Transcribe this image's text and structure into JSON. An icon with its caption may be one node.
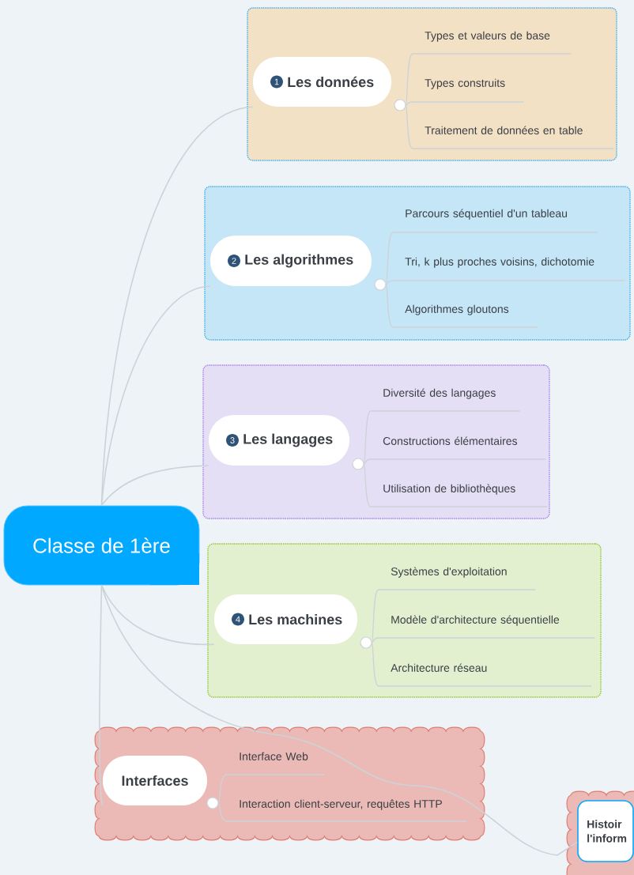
{
  "diagram": {
    "nodes": [
      {
        "text": [
          "Classe de 1ère"
        ]
      },
      {
        "text": [],
        "shape": "box"
      },
      {
        "text": [
          "1",
          "Les données"
        ],
        "in": 1
      },
      {
        "text": [
          "Types et valeurs de base"
        ],
        "in": 1
      },
      {
        "text": [
          "Types construits"
        ],
        "in": 1
      },
      {
        "text": [
          "Traitement de données en table"
        ],
        "in": 1
      },
      {
        "text": [],
        "shape": "box"
      },
      {
        "text": [
          "2",
          "Les algorithmes"
        ],
        "in": 6
      },
      {
        "text": [
          "Parcours séquentiel d'un tableau"
        ],
        "in": 6
      },
      {
        "text": [
          "Tri, k plus proches voisins, dichotomie"
        ],
        "in": 6
      },
      {
        "text": [
          "Algorithmes gloutons"
        ],
        "in": 6
      },
      {
        "text": [],
        "shape": "box"
      },
      {
        "text": [
          "3",
          "Les langages"
        ],
        "in": 11
      },
      {
        "text": [
          "Diversité des langages"
        ],
        "in": 11
      },
      {
        "text": [
          "Constructions élémentaires"
        ],
        "in": 11
      },
      {
        "text": [
          "Utilisation de bibliothèques"
        ],
        "in": 11
      },
      {
        "text": [],
        "shape": "box"
      },
      {
        "text": [
          "4",
          "Les machines"
        ],
        "in": 16
      },
      {
        "text": [
          "Systèmes d'exploitation"
        ],
        "in": 16
      },
      {
        "text": [
          "Modèle d'architecture séquentielle"
        ],
        "in": 16
      },
      {
        "text": [
          "Architecture réseau"
        ],
        "in": 16
      },
      {
        "text": [],
        "shape": "cloud"
      },
      {
        "text": [
          "Interfaces"
        ],
        "in": 21
      },
      {
        "text": [
          "Interface Web"
        ],
        "in": 21
      },
      {
        "text": [
          "Interaction client-serveur, requêtes HTTP"
        ],
        "in": 21
      },
      {
        "text": [],
        "shape": "cloud"
      },
      {
        "text": [
          "Histoir l'inform"
        ],
        "in": 25
      }
    ],
    "edges": [
      {
        "from": 0,
        "to": 2,
        "arrow": "none"
      },
      {
        "from": 2,
        "to": 3,
        "arrow": "none"
      },
      {
        "from": 2,
        "to": 4,
        "arrow": "none"
      },
      {
        "from": 2,
        "to": 5,
        "arrow": "none"
      },
      {
        "from": 0,
        "to": 7,
        "arrow": "none"
      },
      {
        "from": 7,
        "to": 8,
        "arrow": "none"
      },
      {
        "from": 7,
        "to": 9,
        "arrow": "none"
      },
      {
        "from": 7,
        "to": 10,
        "arrow": "none"
      },
      {
        "from": 0,
        "to": 12,
        "arrow": "none"
      },
      {
        "from": 12,
        "to": 13,
        "arrow": "none"
      },
      {
        "from": 12,
        "to": 14,
        "arrow": "none"
      },
      {
        "from": 12,
        "to": 15,
        "arrow": "none"
      },
      {
        "from": 0,
        "to": 17,
        "arrow": "none"
      },
      {
        "from": 17,
        "to": 18,
        "arrow": "none"
      },
      {
        "from": 17,
        "to": 19,
        "arrow": "none"
      },
      {
        "from": 17,
        "to": 20,
        "arrow": "none"
      },
      {
        "from": 0,
        "to": 22,
        "arrow": "none"
      },
      {
        "from": 22,
        "to": 23,
        "arrow": "none"
      },
      {
        "from": 22,
        "to": 24,
        "arrow": "none"
      },
      {
        "from": 0,
        "to": 26,
        "arrow": "none"
      }
    ]
  }
}
